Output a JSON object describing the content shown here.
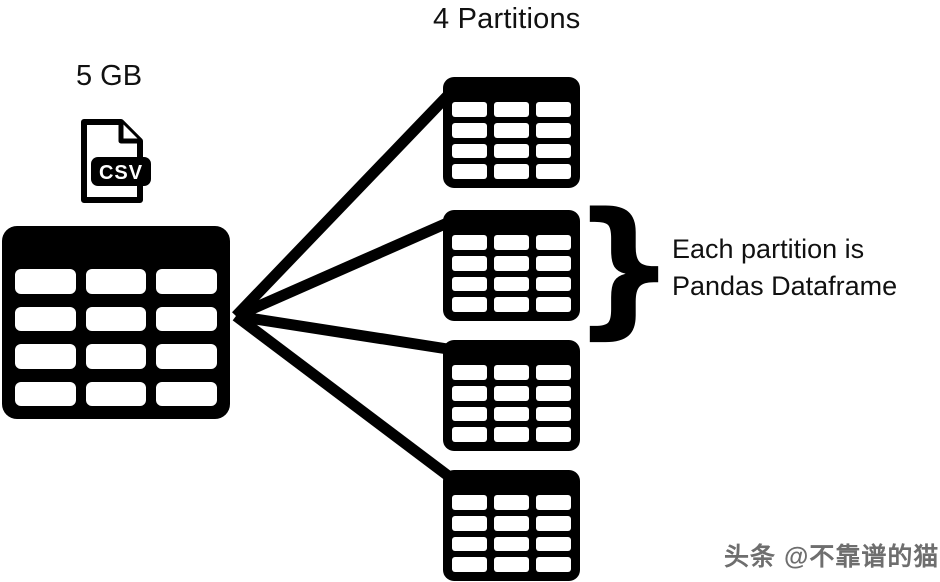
{
  "diagram": {
    "title": "4 Partitions",
    "source": {
      "size_label": "5 GB",
      "file_type_label": "CSV"
    },
    "partition_count": 4,
    "annotation": {
      "brace_glyph": "}",
      "line1": "Each partition is",
      "line2": "Pandas Dataframe"
    },
    "colors": {
      "shape": "#000000",
      "background": "#ffffff",
      "text": "#111111",
      "watermark": "#6e6e6e"
    }
  },
  "watermark": {
    "text": "头条 @不靠谱的猫"
  }
}
